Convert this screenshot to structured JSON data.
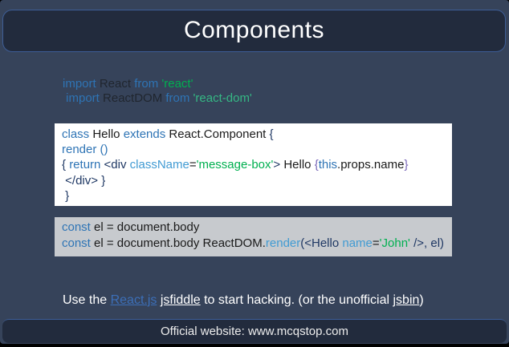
{
  "title_bar": {
    "title": "Components"
  },
  "colors": {
    "kw": "#2E74B5",
    "ident": "#1A1A1A",
    "ident_dark": "#20262F",
    "str": "#00B050",
    "str_teal": "#35B884",
    "tag": "#1F3864",
    "attr": "#419BD3",
    "brace": "#7866B8",
    "link": "#3C6FB8",
    "white": "#FFFFFF"
  },
  "import_block": {
    "lines": [
      [
        {
          "t": "import ",
          "c": "kw"
        },
        {
          "t": "React ",
          "c": "ident_dark"
        },
        {
          "t": "from ",
          "c": "kw"
        },
        {
          "t": "'react'",
          "c": "str"
        }
      ],
      [
        {
          "t": " import ",
          "c": "kw"
        },
        {
          "t": "ReactDOM ",
          "c": "ident_dark"
        },
        {
          "t": "from ",
          "c": "kw"
        },
        {
          "t": "'react-dom'",
          "c": "str_teal"
        }
      ]
    ]
  },
  "class_box": {
    "lines": [
      [
        {
          "t": "class ",
          "c": "kw"
        },
        {
          "t": "Hello ",
          "c": "ident"
        },
        {
          "t": "extends ",
          "c": "kw"
        },
        {
          "t": "React.Component ",
          "c": "ident"
        },
        {
          "t": "{",
          "c": "tag"
        }
      ],
      [
        {
          "t": "render ()",
          "c": "kw"
        }
      ],
      [
        {
          "t": "{ ",
          "c": "tag"
        },
        {
          "t": "return ",
          "c": "kw"
        },
        {
          "t": "<div ",
          "c": "tag"
        },
        {
          "t": "className",
          "c": "attr"
        },
        {
          "t": "=",
          "c": "ident"
        },
        {
          "t": "'message-box'",
          "c": "str"
        },
        {
          "t": "> ",
          "c": "tag"
        },
        {
          "t": "Hello ",
          "c": "ident"
        },
        {
          "t": "{",
          "c": "brace"
        },
        {
          "t": "this",
          "c": "kw"
        },
        {
          "t": ".props.name",
          "c": "ident"
        },
        {
          "t": "}",
          "c": "brace"
        }
      ],
      [
        {
          "t": " </div> }",
          "c": "tag"
        }
      ],
      [
        {
          "t": " }",
          "c": "tag"
        }
      ]
    ]
  },
  "render_box": {
    "lines": [
      [
        {
          "t": "const ",
          "c": "kw"
        },
        {
          "t": "el = document.body",
          "c": "ident"
        }
      ],
      [
        {
          "t": "const ",
          "c": "kw"
        },
        {
          "t": "el = document.body ReactDOM.",
          "c": "ident"
        },
        {
          "t": "render",
          "c": "attr"
        },
        {
          "t": "(<Hello ",
          "c": "tag"
        },
        {
          "t": "name",
          "c": "attr"
        },
        {
          "t": "=",
          "c": "ident"
        },
        {
          "t": "'John'",
          "c": "str"
        },
        {
          "t": " />, el)",
          "c": "tag"
        }
      ]
    ]
  },
  "hack_line": {
    "lines": [
      [
        {
          "t": "Use the ",
          "c": "white"
        },
        {
          "t": "React.js",
          "c": "link",
          "u": true,
          "name": "react-js-link",
          "inter": true
        },
        {
          "t": " ",
          "c": "white"
        },
        {
          "t": "jsfiddle",
          "c": "white",
          "u": true,
          "name": "jsfiddle-link",
          "inter": true
        },
        {
          "t": " to start hacking. (or the unofficial ",
          "c": "white"
        },
        {
          "t": "jsbin",
          "c": "white",
          "u": true,
          "name": "jsbin-link",
          "inter": true
        },
        {
          "t": ")",
          "c": "white"
        }
      ]
    ]
  },
  "footer_bar": {
    "text": "Official website: www.mcqstop.com"
  }
}
